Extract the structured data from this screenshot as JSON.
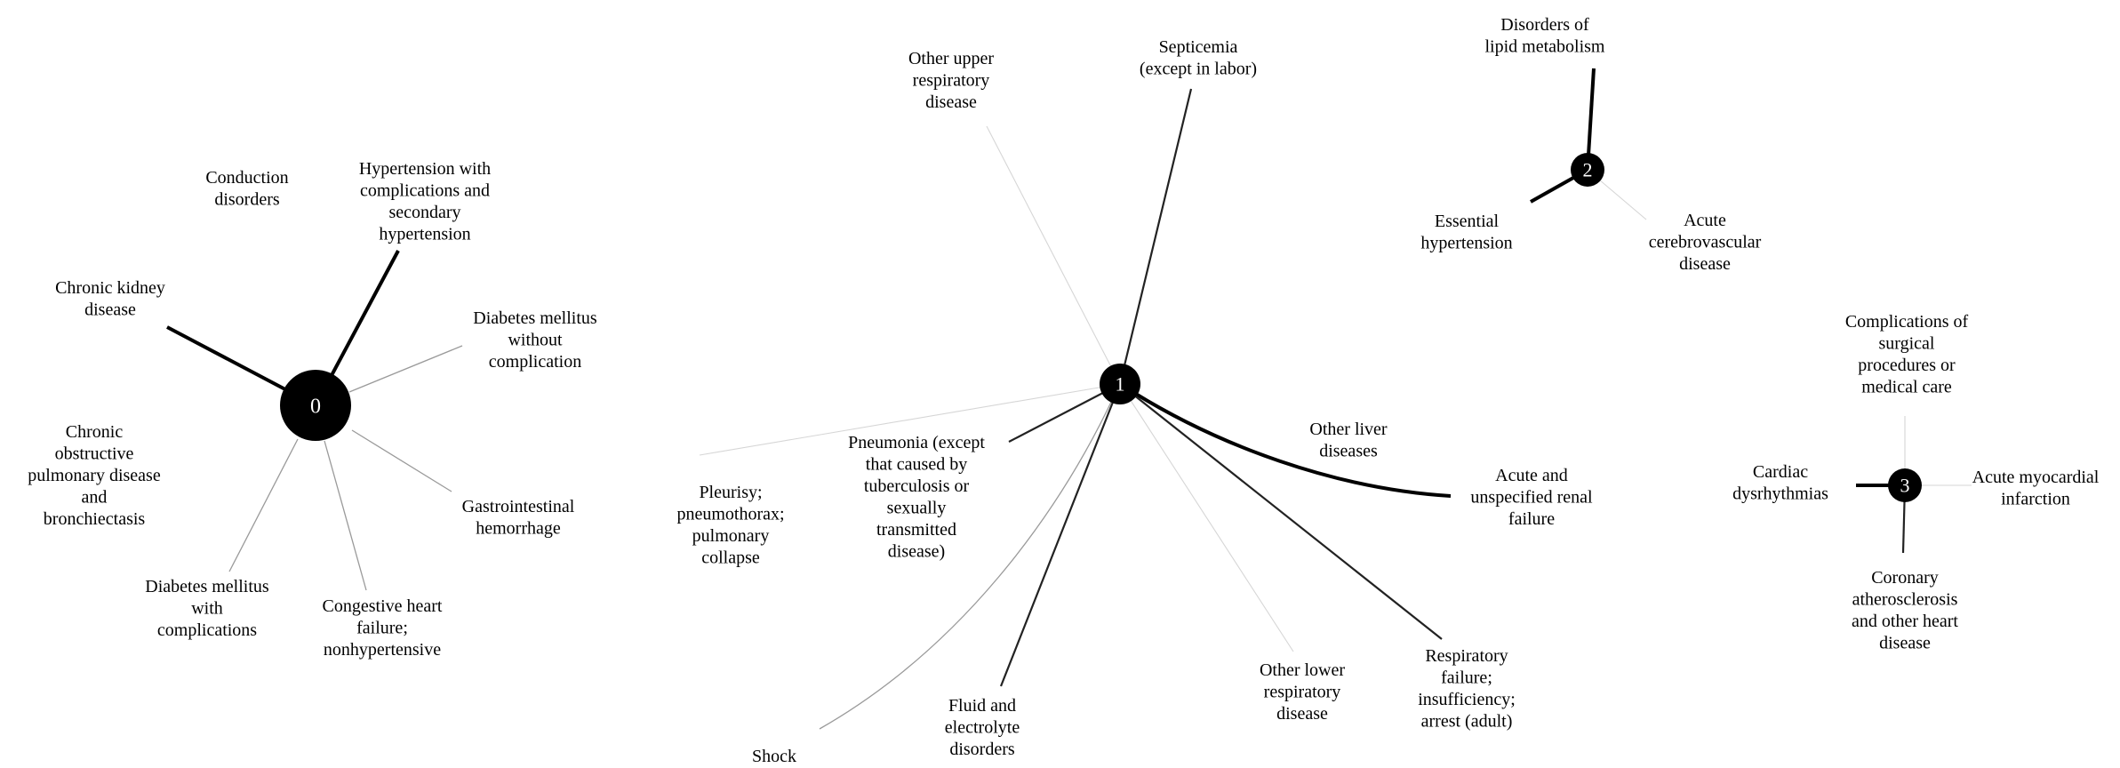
{
  "clusters": [
    {
      "id": "0",
      "hub_label": "0",
      "spokes": [
        {
          "label": [
            "Conduction",
            "disorders"
          ],
          "weight": "none"
        },
        {
          "label": [
            "Hypertension with",
            "complications and",
            "secondary",
            "hypertension"
          ],
          "weight": "strong"
        },
        {
          "label": [
            "Chronic kidney",
            "disease"
          ],
          "weight": "strong"
        },
        {
          "label": [
            "Diabetes mellitus",
            "without",
            "complication"
          ],
          "weight": "weak"
        },
        {
          "label": [
            "Chronic",
            "obstructive",
            "pulmonary disease",
            "and",
            "bronchiectasis"
          ],
          "weight": "none"
        },
        {
          "label": [
            "Gastrointestinal",
            "hemorrhage"
          ],
          "weight": "weak"
        },
        {
          "label": [
            "Diabetes mellitus",
            "with",
            "complications"
          ],
          "weight": "weak"
        },
        {
          "label": [
            "Congestive heart",
            "failure;",
            "nonhypertensive"
          ],
          "weight": "weak"
        }
      ]
    },
    {
      "id": "1",
      "hub_label": "1",
      "spokes": [
        {
          "label": [
            "Other upper",
            "respiratory",
            "disease"
          ],
          "weight": "faint"
        },
        {
          "label": [
            "Septicemia",
            "(except in labor)"
          ],
          "weight": "medium"
        },
        {
          "label": [
            "Pneumonia (except",
            "that caused by",
            "tuberculosis or",
            "sexually",
            "transmitted",
            "disease)"
          ],
          "weight": "medium"
        },
        {
          "label": [
            "Pleurisy;",
            "pneumothorax;",
            "pulmonary",
            "collapse"
          ],
          "weight": "faint"
        },
        {
          "label": [
            "Other liver",
            "diseases"
          ],
          "weight": "none"
        },
        {
          "label": [
            "Acute and",
            "unspecified renal",
            "failure"
          ],
          "weight": "strong"
        },
        {
          "label": [
            "Respiratory",
            "failure;",
            "insufficiency;",
            "arrest (adult)"
          ],
          "weight": "medium"
        },
        {
          "label": [
            "Other lower",
            "respiratory",
            "disease"
          ],
          "weight": "faint"
        },
        {
          "label": [
            "Fluid and",
            "electrolyte",
            "disorders"
          ],
          "weight": "medium"
        },
        {
          "label": [
            "Shock"
          ],
          "weight": "weak"
        }
      ]
    },
    {
      "id": "2",
      "hub_label": "2",
      "spokes": [
        {
          "label": [
            "Disorders of",
            "lipid metabolism"
          ],
          "weight": "strong"
        },
        {
          "label": [
            "Essential",
            "hypertension"
          ],
          "weight": "strong"
        },
        {
          "label": [
            "Acute",
            "cerebrovascular",
            "disease"
          ],
          "weight": "faint"
        }
      ]
    },
    {
      "id": "3",
      "hub_label": "3",
      "spokes": [
        {
          "label": [
            "Complications of",
            "surgical",
            "procedures or",
            "medical care"
          ],
          "weight": "faint"
        },
        {
          "label": [
            "Cardiac",
            "dysrhythmias"
          ],
          "weight": "strong"
        },
        {
          "label": [
            "Acute myocardial",
            "infarction"
          ],
          "weight": "faint"
        },
        {
          "label": [
            "Coronary",
            "atherosclerosis",
            "and other heart",
            "disease"
          ],
          "weight": "medium"
        }
      ]
    }
  ],
  "colors": {
    "hub": "#000000",
    "hub_text": "#ffffff",
    "label": "#000000",
    "edge_strong": "#000000",
    "edge_medium": "#222222",
    "edge_weak": "#9a9a9a",
    "edge_faint": "#d6d6d6"
  }
}
